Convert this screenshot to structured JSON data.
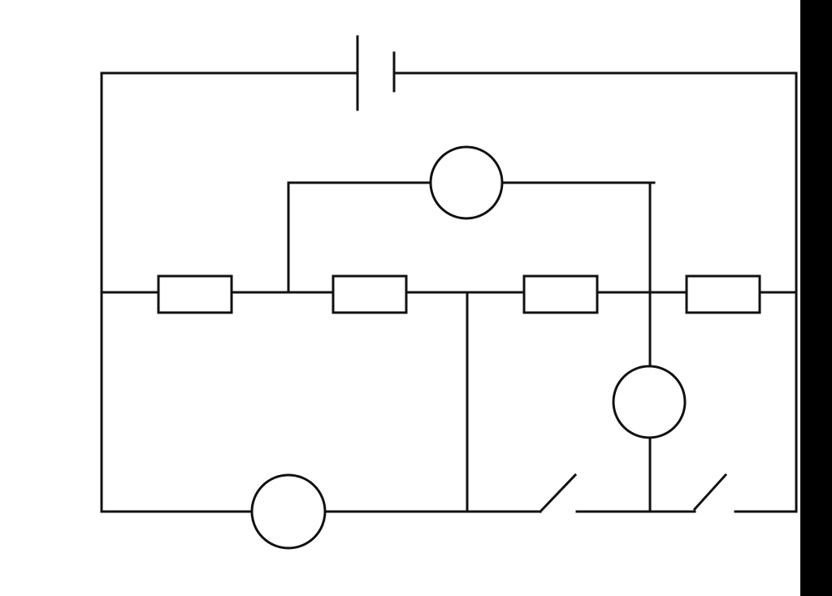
{
  "diagram": {
    "type": "circuit-schematic",
    "components": [
      {
        "kind": "battery",
        "name": "battery"
      },
      {
        "kind": "resistor",
        "name": "resistor-1"
      },
      {
        "kind": "resistor",
        "name": "resistor-2"
      },
      {
        "kind": "resistor",
        "name": "resistor-3"
      },
      {
        "kind": "resistor",
        "name": "resistor-4"
      },
      {
        "kind": "meter",
        "name": "meter-top"
      },
      {
        "kind": "meter",
        "name": "meter-right"
      },
      {
        "kind": "meter",
        "name": "meter-bottom"
      },
      {
        "kind": "switch",
        "name": "switch-1",
        "state": "open"
      },
      {
        "kind": "switch",
        "name": "switch-2",
        "state": "open"
      }
    ]
  },
  "colors": {
    "line": "#111111",
    "background": "#ffffff",
    "edge_bar": "#000000"
  }
}
